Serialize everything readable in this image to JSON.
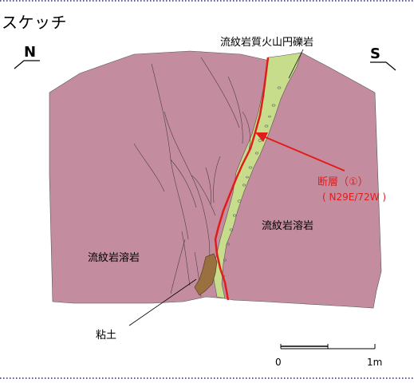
{
  "title": "スケッチ",
  "direction": {
    "left": "N",
    "right": "S"
  },
  "labels": {
    "conglomerate": "流紋岩質火山円礫岩",
    "lava_right": "流紋岩溶岩",
    "lava_left": "流紋岩溶岩",
    "clay": "粘土",
    "fault_name": "断層（①）",
    "fault_attitude": "( N29E/72W )"
  },
  "scale": {
    "start": "0",
    "end": "1m"
  },
  "colors": {
    "rhyolite_lava": "#c48d9f",
    "conglomerate": "#c8dd8c",
    "fault": "#e21b1b",
    "clay": "#9a7040",
    "frame": "#5a5aa0"
  }
}
